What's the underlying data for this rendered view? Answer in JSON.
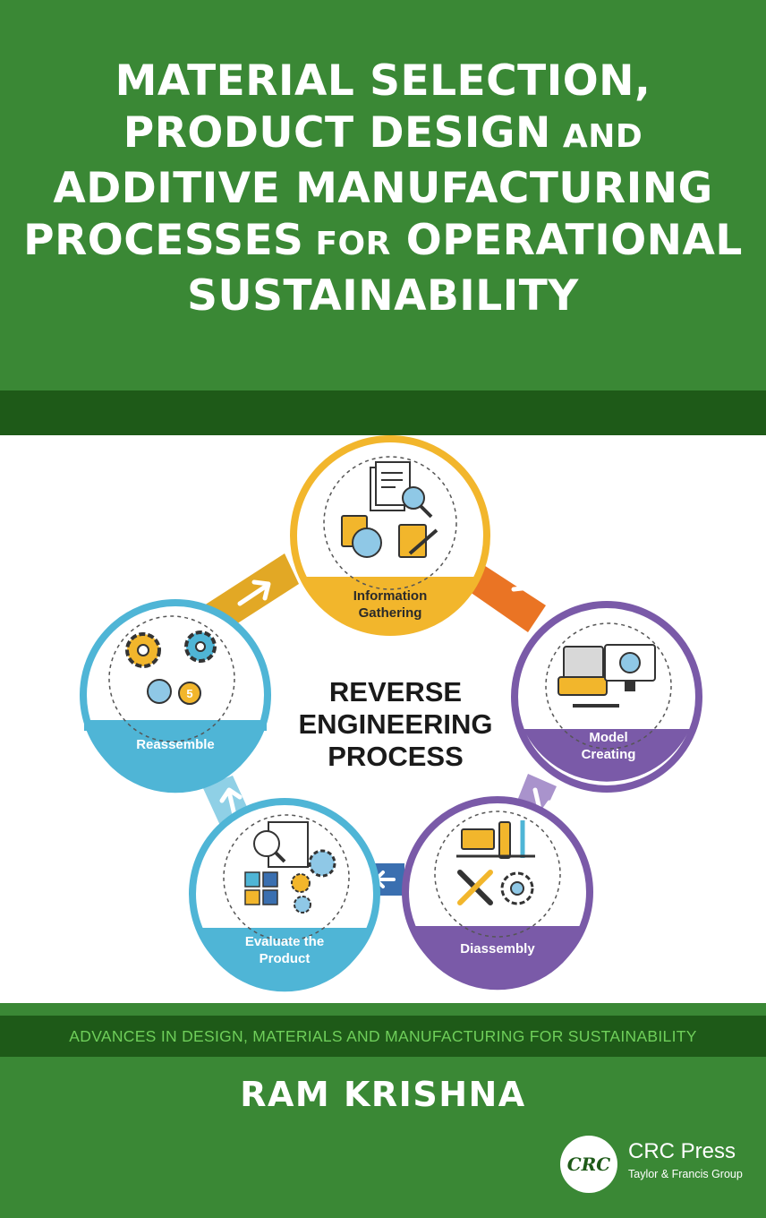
{
  "cover": {
    "title_lines": [
      {
        "main": "MATERIAL SELECTION,",
        "small": ""
      },
      {
        "main": "PRODUCT DESIGN",
        "small": " AND"
      },
      {
        "main": "ADDITIVE MANUFACTURING",
        "small": ""
      },
      {
        "main": "PROCESSES",
        "small": " FOR",
        "tail": " OPERATIONAL"
      },
      {
        "main": "SUSTAINABILITY",
        "small": ""
      }
    ],
    "series": "ADVANCES IN DESIGN, MATERIALS AND MANUFACTURING FOR SUSTAINABILITY",
    "author": "RAM KRISHNA",
    "publisher": {
      "badge": "CRC",
      "name": "CRC Press",
      "sub": "Taylor & Francis Group"
    }
  },
  "diagram": {
    "center_lines": [
      "REVERSE",
      "ENGINEERING",
      "PROCESS"
    ],
    "steps": [
      {
        "lines": [
          "Information",
          "Gathering"
        ],
        "color": "#f2b62c",
        "icon": "documents-search-icon"
      },
      {
        "lines": [
          "Model",
          "Creating"
        ],
        "color": "#7a5aa8",
        "icon": "computer-model-icon"
      },
      {
        "lines": [
          "Diassembly"
        ],
        "color": "#7a5aa8",
        "icon": "tools-gear-icon"
      },
      {
        "lines": [
          "Evaluate the",
          "Product"
        ],
        "color": "#4fb5d6",
        "icon": "evaluate-chart-icon"
      },
      {
        "lines": [
          "Reassemble"
        ],
        "color": "#4fb5d6",
        "icon": "gears-assembly-icon"
      }
    ],
    "colors": {
      "orange": "#ea7424",
      "yellow": "#e2a825",
      "purple": "#7a5aa8",
      "lavender": "#a993cc",
      "blue": "#4fb5d6",
      "green": "#3a8835",
      "dark_green": "#1e5a18"
    },
    "badge_number": "5"
  }
}
